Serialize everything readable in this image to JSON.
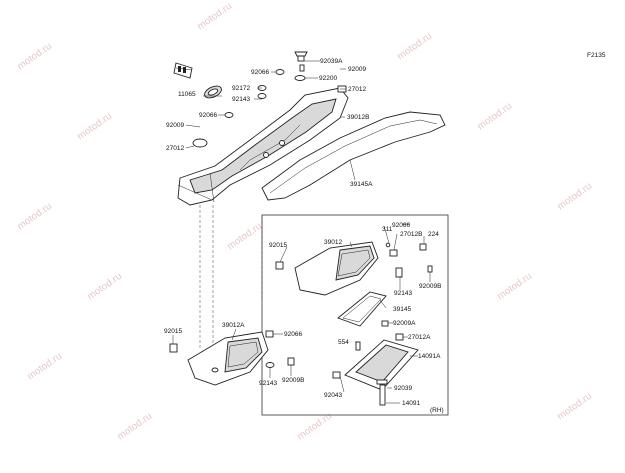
{
  "diagram": {
    "code": "F2135",
    "side_label": "(RH)",
    "watermark": "motod.ru",
    "parts": {
      "p11065": "11065",
      "p92066_a": "92066",
      "p92039a": "92039A",
      "p92009_a": "92009",
      "p92200": "92200",
      "p92172": "92172",
      "p27012_a": "27012",
      "p92143_a": "92143",
      "p39012b": "39012B",
      "p92009_b": "92009",
      "p92066_b": "92066",
      "p27012_b": "27012",
      "p39145a": "39145A",
      "p311": "311",
      "p92066_c": "92066",
      "p92015_a": "92015",
      "p39012": "39012",
      "p27012b": "27012B",
      "p224": "224",
      "p92143_b": "92143",
      "p92009b_a": "92009B",
      "p39145": "39145",
      "p92009a": "92009A",
      "p92015_b": "92015",
      "p39012a": "39012A",
      "p92066_d": "92066",
      "p554": "554",
      "p27012a": "27012A",
      "p14091a": "14091A",
      "p92143_c": "92143",
      "p92009b_b": "92009B",
      "p92039": "92039",
      "p92043": "92043",
      "p14091": "14091"
    }
  }
}
